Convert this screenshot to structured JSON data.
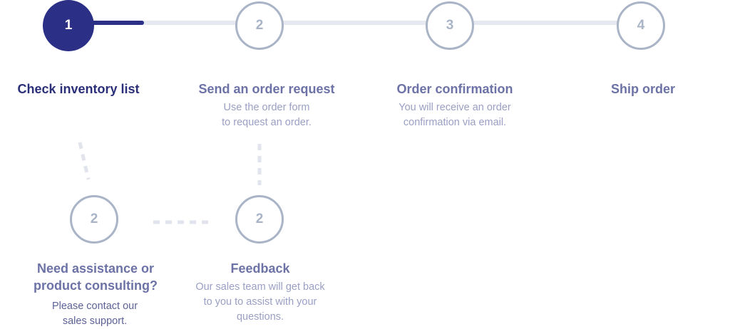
{
  "colors": {
    "active": "#2b2f85",
    "inactive_border": "#a9b4c7",
    "track": "#e6e9f0",
    "connector": "#e1e4ec"
  },
  "steps": [
    {
      "number": "1",
      "title": "Check inventory list",
      "description": "",
      "active": true
    },
    {
      "number": "2",
      "title": "Send an order request",
      "description": "Use the order form\nto request an order.",
      "active": false
    },
    {
      "number": "3",
      "title": "Order confirmation",
      "description": "You will receive an order\nconfirmation via email.",
      "active": false
    },
    {
      "number": "4",
      "title": "Ship order",
      "description": "",
      "active": false
    }
  ],
  "branch_steps": [
    {
      "number": "2",
      "title": "Need assistance or\nproduct consulting?",
      "description": "Please contact our\nsales support."
    },
    {
      "number": "2",
      "title": "Feedback",
      "description": "Our sales team will get back\nto you to assist with your\nquestions."
    }
  ]
}
